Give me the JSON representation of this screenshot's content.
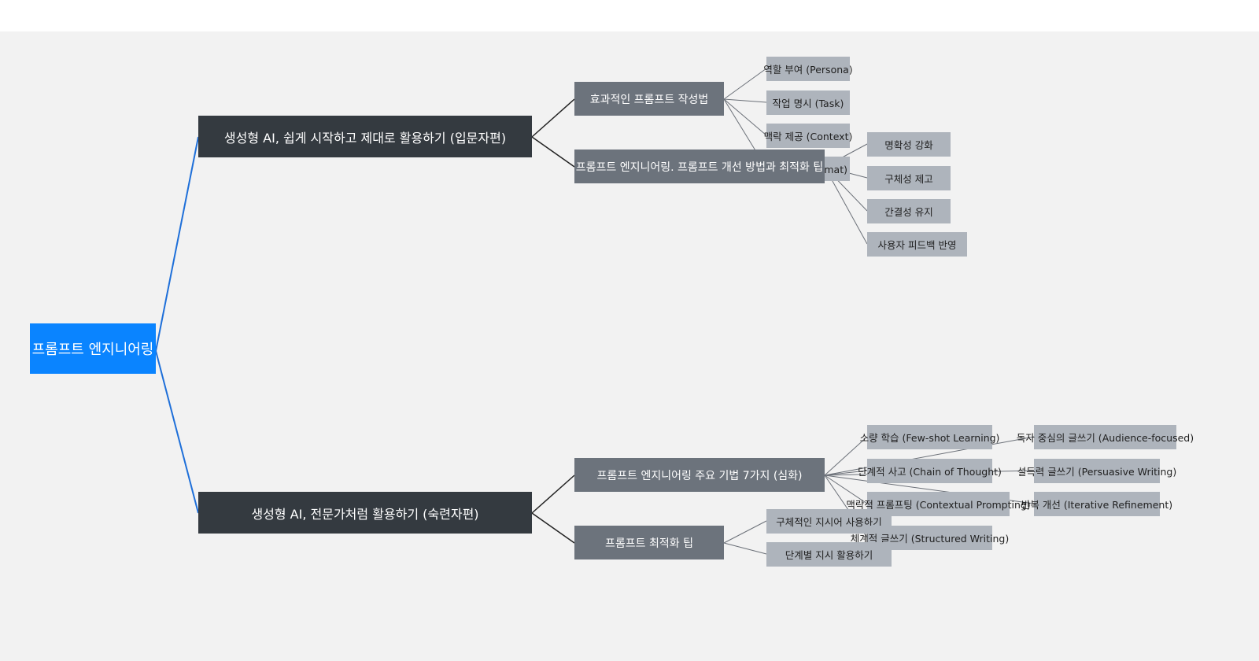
{
  "root": "프롬프트 엔지니어링",
  "branches": [
    {
      "label": "생성형 AI, 쉽게 시작하고 제대로 활용하기 (입문자편)",
      "children": [
        {
          "label": "효과적인 프롬프트 작성법",
          "children": [
            "역할 부여 (Persona)",
            "작업 명시 (Task)",
            "맥락 제공 (Context)",
            "형식 지정 (Format)"
          ]
        },
        {
          "label": "프롬프트 엔지니어링. 프롬프트 개선 방법과 최적화 팁",
          "children": [
            "명확성 강화",
            "구체성 제고",
            "간결성 유지",
            "사용자 피드백 반영"
          ]
        }
      ]
    },
    {
      "label": "생성형 AI, 전문가처럼 활용하기 (숙련자편)",
      "children": [
        {
          "label": "프롬프트 엔지니어링 주요 기법 7가지 (심화)",
          "children": [
            "소량 학습 (Few-shot Learning)",
            "단계적 사고 (Chain of Thought)",
            "맥락적 프롬프팅 (Contextual Prompting)",
            "체계적 글쓰기 (Structured Writing)",
            "독자 중심의 글쓰기 (Audience-focused)",
            "설득력 글쓰기 (Persuasive Writing)",
            "반복 개선 (Iterative Refinement)"
          ]
        },
        {
          "label": "프롬프트 최적화 팁",
          "children": [
            "구체적인 지시어 사용하기",
            "단계별 지시 활용하기"
          ]
        }
      ]
    }
  ],
  "colors": {
    "background": "#f2f2f2",
    "root": "#0a84ff",
    "root_link": "#1e6fd9",
    "level1": "#343a40",
    "level2": "#6c737c",
    "leaf": "#aeb4bc",
    "link": "#222222",
    "leaf_link": "#6b7078"
  }
}
